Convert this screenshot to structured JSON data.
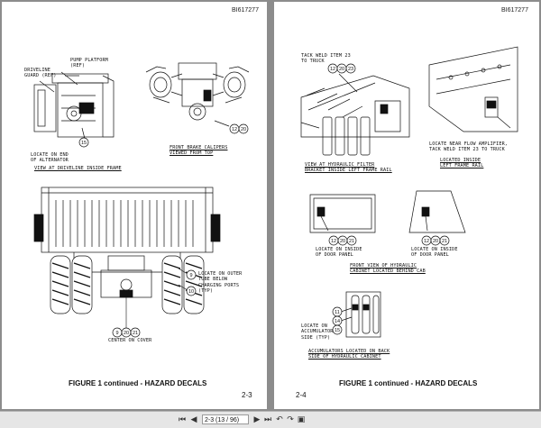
{
  "left_page": {
    "doc_id": "BI617277",
    "labels": {
      "pump_platform": "PUMP PLATFORM\n(REF)",
      "driveline_guard": "DRIVELINE\nGUARD (REF)",
      "locate_alternator": "LOCATE ON END\nOF ALTERNATOR",
      "view_driveline": "VIEW AT DRIVELINE INSIDE FRAME",
      "front_brake": "FRONT BRAKE CALIPERS\nVIEWED FROM TOP",
      "locate_outer_tube": "LOCATE ON OUTER\nTUBE BELOW\nCHARGING PORTS\n(TYP)",
      "center_on_cover": "CENTER ON COVER"
    },
    "callouts": {
      "alternator": [
        "15"
      ],
      "front_brake": [
        "12",
        "20"
      ],
      "outer_tube": [
        "9",
        "10"
      ],
      "cover": [
        "9",
        "20",
        "21"
      ]
    },
    "figure_title": "FIGURE 1 continued - HAZARD DECALS",
    "page_number": "2-3"
  },
  "right_page": {
    "doc_id": "BI617277",
    "labels": {
      "tack_weld": "TACK WELD ITEM 23\nTO TRUCK",
      "locate_near_flow": "LOCATE NEAR FLOW AMPLIFIER,\nTACK WELD ITEM 23 TO TRUCK",
      "view_hydraulic_filter": "VIEW AT HYDRAULIC FILTER\nBRACKET INSIDE LEFT FRAME RAIL",
      "located_inside": "LOCATED INSIDE\nLEFT FRAME RAIL",
      "locate_door_left": "LOCATE ON INSIDE\nOF DOOR PANEL",
      "locate_door_right": "LOCATE ON INSIDE\nOF DOOR PANEL",
      "front_view_cabinet": "FRONT VIEW OF HYDRAULIC\nCABINET LOCATED BEHIND CAB",
      "locate_accumulator": "LOCATE ON\nACCUMULATOR\nSIDE (TYP)",
      "accumulators_located": "ACCUMULATORS LOCATED ON BACK\nSIDE OF HYDRAULIC CABINET"
    },
    "callouts": {
      "tack_weld": [
        "12",
        "20",
        "23"
      ],
      "door_left": [
        "12",
        "20",
        "21"
      ],
      "door_right": [
        "12",
        "20",
        "21"
      ],
      "accumulator": [
        "11",
        "14",
        "15"
      ]
    },
    "figure_title": "FIGURE 1 continued - HAZARD DECALS",
    "page_number": "2-4"
  },
  "toolbar": {
    "page_field": "2-3 (13 / 96)",
    "icons": [
      "first-page-icon",
      "previous-page-icon",
      "next-page-icon",
      "last-page-icon",
      "back-icon",
      "forward-icon",
      "print-icon"
    ]
  },
  "colors": {
    "background": "#8c8c8c",
    "page": "#ffffff",
    "ink": "#111111",
    "toolbar": "#e6e6e6"
  }
}
